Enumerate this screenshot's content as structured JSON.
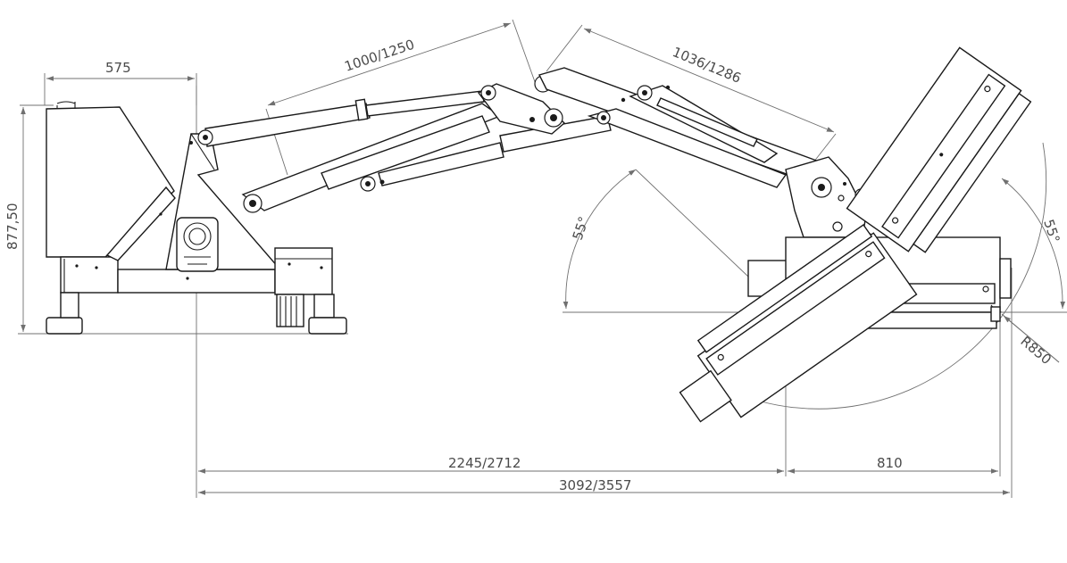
{
  "dimensions": {
    "mount_width": "575",
    "mount_height": "877,50",
    "boom_first_arm": "1000/1250",
    "boom_second_arm": "1036/1286",
    "reach_to_head": "2245/2712",
    "head_width": "810",
    "total_reach": "3092/3557",
    "tilt_angle_left": "55°",
    "tilt_angle_right": "55°",
    "swing_radius": "R850"
  },
  "colors": {
    "line": "#1a1a1a",
    "dimension": "#707070",
    "text": "#4a4a4a",
    "background": "#ffffff"
  }
}
